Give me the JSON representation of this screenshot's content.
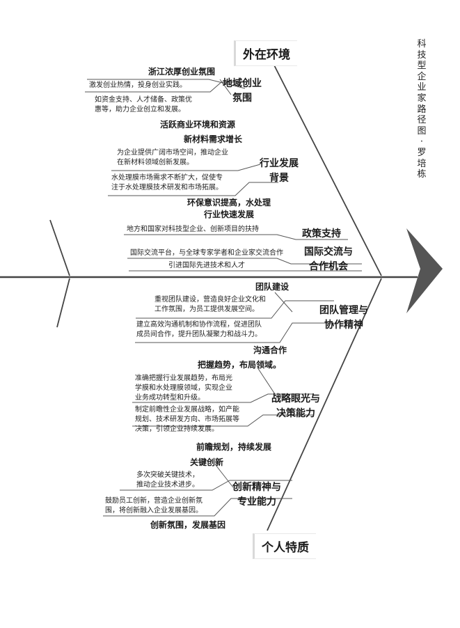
{
  "author_title": "科技型企业家路径图·罗培栋",
  "top_heading": "外在环境",
  "bottom_heading": "个人特质",
  "top_categories": [
    {
      "label": "地域创业\n氛围",
      "subs": [
        "浙江浓厚创业氛围",
        "活跃商业环境和资源"
      ],
      "descs": [
        "激发创业热情，投身创业实践。",
        "如资金支持、人才储备、政策优\n惠等，助力企业创立和发展。"
      ]
    },
    {
      "label": "行业发展\n背景",
      "subs": [
        "新材料需求增长",
        "环保意识提高，水处理\n行业快速发展"
      ],
      "descs": [
        "为企业提供广阔市场空间，推动企业\n在新材料领域创新发展。",
        "水处理膜市场需求不断扩大，促使专\n注于水处理膜技术研发和市场拓展。"
      ]
    },
    {
      "label": "政策支持",
      "subs": [],
      "descs": [
        "地方和国家对科技型企业、创新项目的扶持"
      ]
    },
    {
      "label": "国际交流与\n合作机会",
      "subs": [],
      "descs": [
        "国际交流平台，与全球专家学者和企业家交流合作",
        "引进国际先进技术和人才"
      ]
    }
  ],
  "bottom_categories": [
    {
      "label": "团队管理与\n协作精神",
      "subs": [
        "团队建设",
        "沟通合作"
      ],
      "descs": [
        "重视团队建设，营造良好企业文化和\n工作氛围，为员工提供发展空间。",
        "建立高效沟通机制和协作流程，促进团队\n成员间合作，提升团队凝聚力和战斗力。"
      ]
    },
    {
      "label": "战略眼光与\n决策能力",
      "subs": [
        "把握趋势，布局领域。",
        "前瞻规划，持续发展"
      ],
      "descs": [
        "准确把握行业发展趋势，布局光\n学膜和水处理膜领域，实现企业\n业务成功转型和升级。",
        "制定前瞻性企业发展战略，如产能\n规划、技术研发方向、市场拓展等\n决策，引领企业持续发展。"
      ]
    },
    {
      "label": "创新精神与\n专业能力",
      "subs": [
        "关键创新",
        "创新氛围，发展基因"
      ],
      "descs": [
        "多次突破关键技术，\n推动企业技术进步。",
        "鼓励员工创新，营造企业创新氛\n围，将创新融入企业发展基因。"
      ]
    }
  ]
}
